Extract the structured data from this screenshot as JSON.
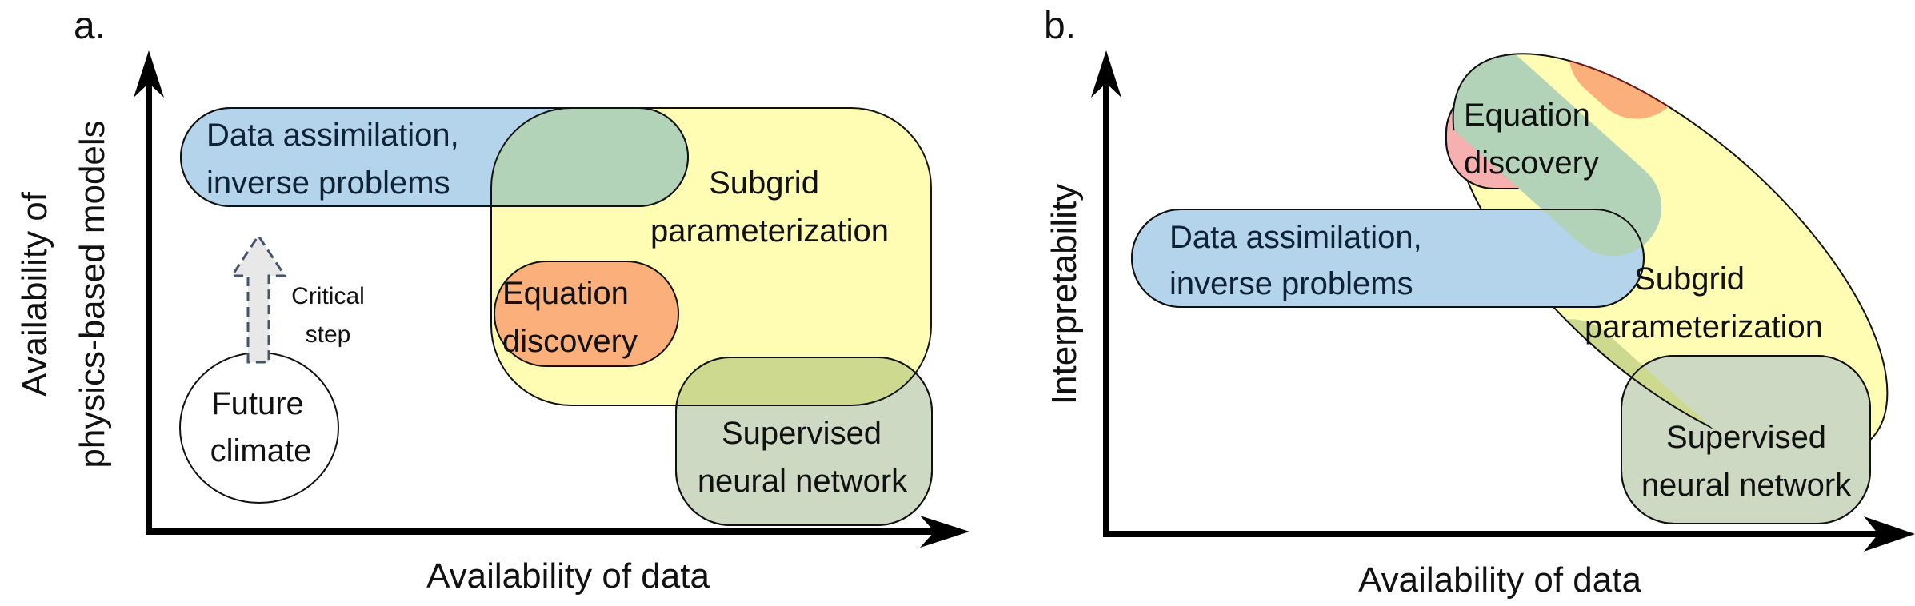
{
  "figure": {
    "panels": [
      {
        "id": "a",
        "panel_label": "a.",
        "x_axis_label": "Availability of data",
        "y_axis_label_lines": [
          "Availability of",
          "physics-based models"
        ],
        "regions": {
          "data_assimilation": {
            "lines": [
              "Data assimilation,",
              "inverse problems"
            ],
            "color": "#b4d4ec"
          },
          "subgrid": {
            "lines": [
              "Subgrid",
              "parameterization"
            ],
            "color": "#fffdb3"
          },
          "equation_discovery": {
            "lines": [
              "Equation",
              "discovery"
            ],
            "color": "#fbb07c"
          },
          "supervised_nn": {
            "lines": [
              "Supervised",
              "neural network"
            ],
            "color": "#c7d6ba"
          },
          "future_climate": {
            "lines": [
              "Future",
              "climate"
            ],
            "color": "#ffffff"
          }
        },
        "critical_step": {
          "lines": [
            "Critical",
            "step"
          ],
          "arrow_fill": "#e8e8e8",
          "arrow_stroke": "#44546a"
        }
      },
      {
        "id": "b",
        "panel_label": "b.",
        "x_axis_label": "Availability of data",
        "y_axis_label_lines": [
          "Interpretability"
        ],
        "regions": {
          "data_assimilation": {
            "lines": [
              "Data assimilation,",
              "inverse problems"
            ],
            "color": "#b4d4ec"
          },
          "subgrid": {
            "lines": [
              "Subgrid",
              "parameterization"
            ],
            "color": "#fffdb3"
          },
          "equation_discovery": {
            "lines": [
              "Equation",
              "discovery"
            ],
            "color": "#fbb07c"
          },
          "supervised_nn": {
            "lines": [
              "Supervised",
              "neural network"
            ],
            "color": "#c7d6ba"
          }
        }
      }
    ],
    "overlap_colors": {
      "blue_yellow": "#b3d3b9",
      "green_yellow": "#ccd98f",
      "pink_edge": "#f7b0b0"
    }
  }
}
